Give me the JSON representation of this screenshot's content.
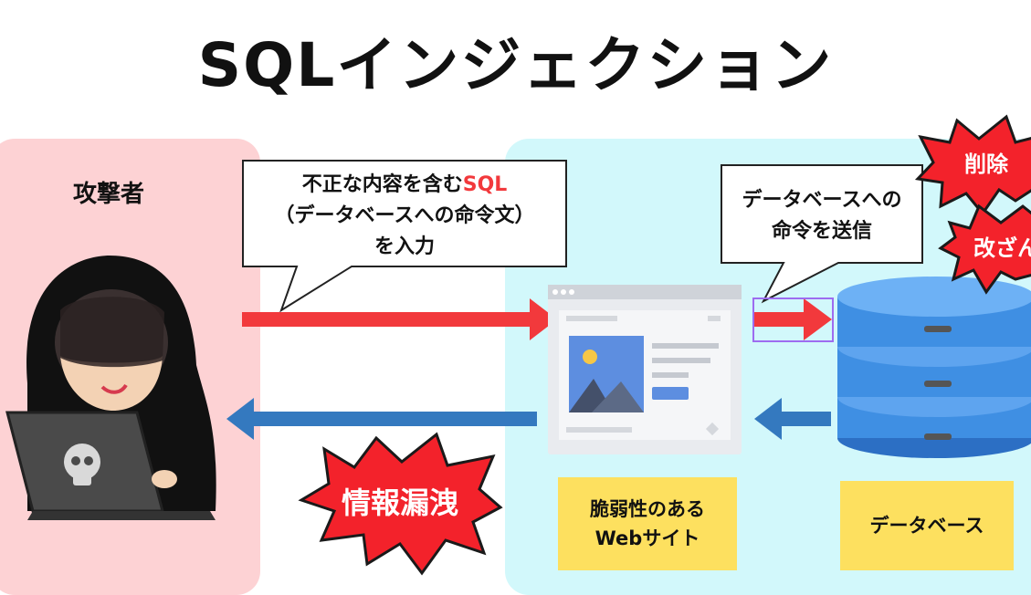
{
  "title": "SQLインジェクション",
  "attacker": {
    "label": "攻撃者"
  },
  "callout_attack": {
    "line1_plain": "不正な内容を含む",
    "line1_sql": "SQL",
    "line2": "（データベースへの命令文）",
    "line3": "を入力"
  },
  "callout_command": {
    "line1": "データベースへの",
    "line2": "命令を送信"
  },
  "website": {
    "label_line1": "脆弱性のある",
    "label_line2": "Webサイト"
  },
  "database": {
    "label": "データベース"
  },
  "bursts": {
    "leak": "情報漏洩",
    "delete": "削除",
    "tamper": "改ざん"
  },
  "colors": {
    "attacker_panel": "#fdd2d4",
    "system_panel": "#d2f8fb",
    "request_arrow": "#f2393c",
    "response_arrow": "#3479bf",
    "label_box": "#fde05f",
    "burst": "#f3222b",
    "database": "#3f8fe3",
    "sql_text": "#f2393c"
  }
}
